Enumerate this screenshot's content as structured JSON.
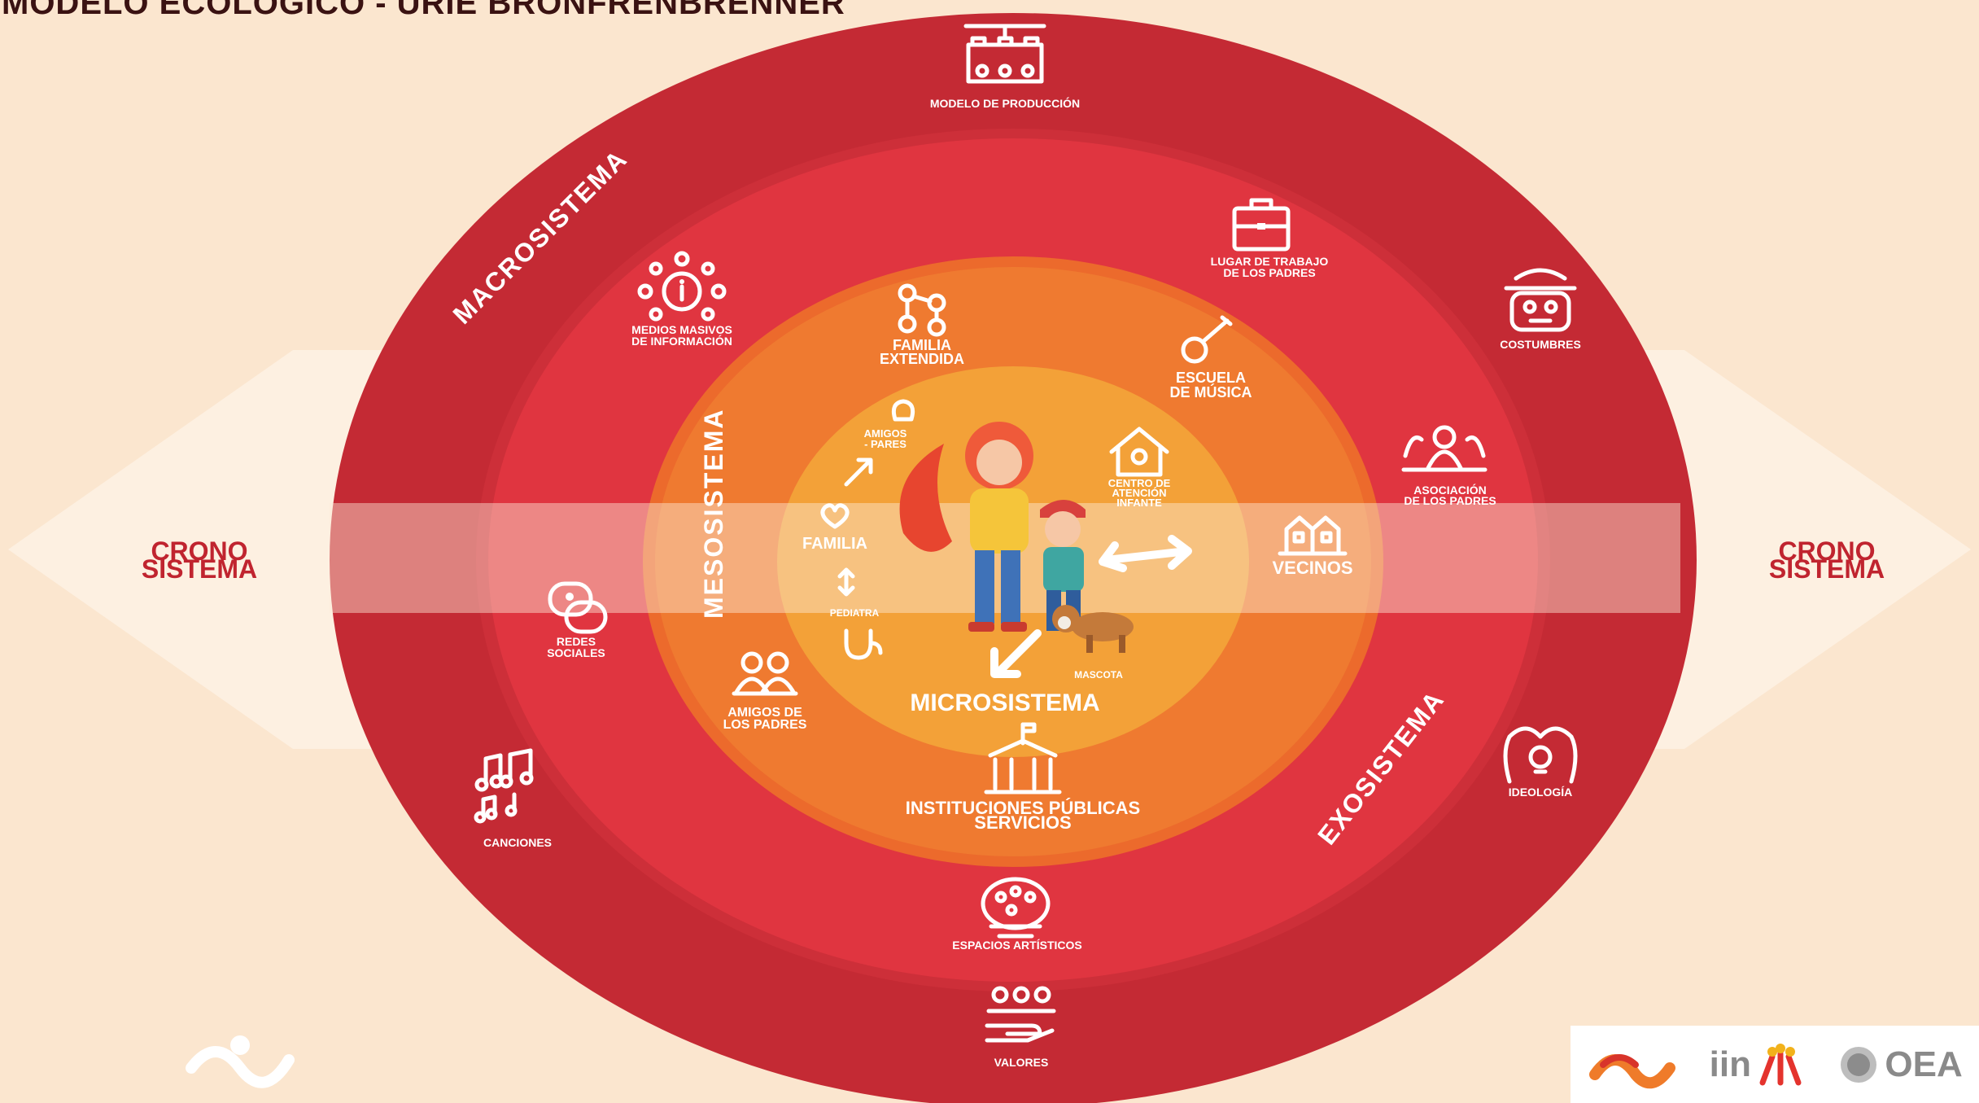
{
  "title": "MODELO ECOLÓGICO - URIE BRONFRENBRENNER",
  "rings": {
    "macrosistema": "MACROSISTEMA",
    "exosistema": "EXOSISTEMA",
    "mesosistema": "MESOSISTEMA",
    "microsistema": "MICROSISTEMA"
  },
  "cronosistema": {
    "left_line1": "CRONO",
    "left_line2": "SISTEMA",
    "right_line1": "CRONO",
    "right_line2": "SISTEMA"
  },
  "macro_items": {
    "produccion": "MODELO DE PRODUCCIÓN",
    "costumbres": "COSTUMBRES",
    "ideologia": "IDEOLOGÍA",
    "valores": "VALORES",
    "canciones": "CANCIONES"
  },
  "exo_items": {
    "medios_1": "MEDIOS MASIVOS",
    "medios_2": "DE INFORMACIÓN",
    "trabajo_1": "LUGAR DE TRABAJO",
    "trabajo_2": "DE LOS PADRES",
    "asociacion_1": "ASOCIACIÓN",
    "asociacion_2": "DE LOS PADRES",
    "redes_1": "REDES",
    "redes_2": "SOCIALES",
    "espacios": "ESPACIOS ARTÍSTICOS"
  },
  "meso_items": {
    "familia_ext_1": "FAMILIA",
    "familia_ext_2": "EXTENDIDA",
    "escuela_1": "ESCUELA",
    "escuela_2": "DE MÚSICA",
    "vecinos": "VECINOS",
    "amigos_padres_1": "AMIGOS DE",
    "amigos_padres_2": "LOS PADRES",
    "instituciones_1": "INSTITUCIONES PÚBLICAS",
    "instituciones_2": "SERVICIOS"
  },
  "micro_items": {
    "amigos_1": "AMIGOS",
    "amigos_2": "- PARES",
    "familia": "FAMILIA",
    "centro_1": "CENTRO DE",
    "centro_2": "ATENCIÓN",
    "centro_3": "INFANTE",
    "pediatra": "PEDIATRA",
    "mascota": "MASCOTA"
  },
  "logos": {
    "iin": "iin",
    "oea": "OEA"
  },
  "colors": {
    "background": "#fbe6cf",
    "macro": "#c42a34",
    "exo": "#e03540",
    "meso": "#ec6a2c",
    "micro": "#f3a138",
    "band": "#fdecd9"
  }
}
